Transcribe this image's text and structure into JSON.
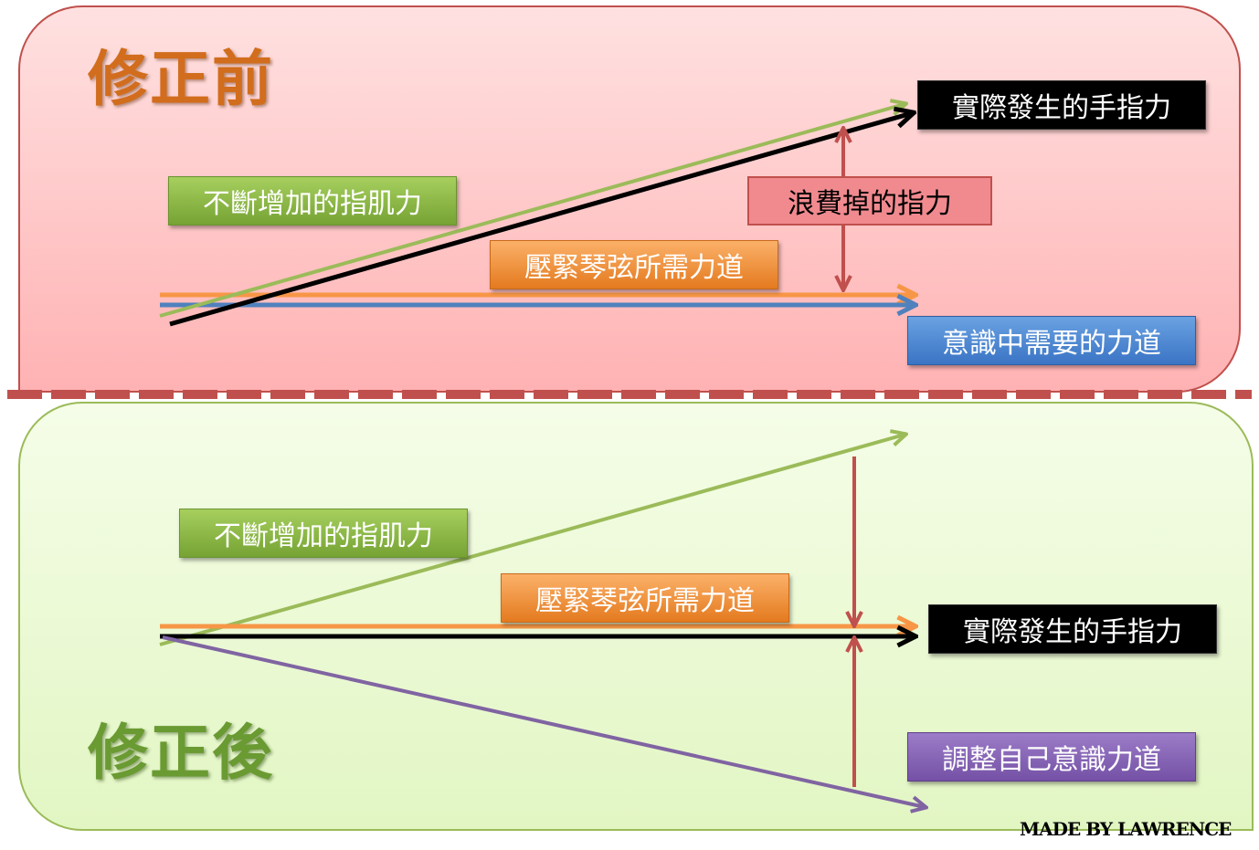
{
  "before": {
    "title": "修正前",
    "labels": {
      "increasing_force": "不斷增加的指肌力",
      "string_force": "壓緊琴弦所需力道",
      "actual_force": "實際發生的手指力",
      "wasted_force": "浪費掉的指力",
      "intended_force": "意識中需要的力道"
    }
  },
  "after": {
    "title": "修正後",
    "labels": {
      "increasing_force": "不斷增加的指肌力",
      "string_force": "壓緊琴弦所需力道",
      "actual_force": "實際發生的手指力",
      "adjust_force": "調整自己意識力道"
    }
  },
  "credit": "MADE BY LAWRENCE",
  "colors": {
    "green": "#9bbb59",
    "orange": "#f79646",
    "blue": "#4f81bd",
    "black": "#000000",
    "red": "#c0504d",
    "purple": "#8064a2"
  }
}
